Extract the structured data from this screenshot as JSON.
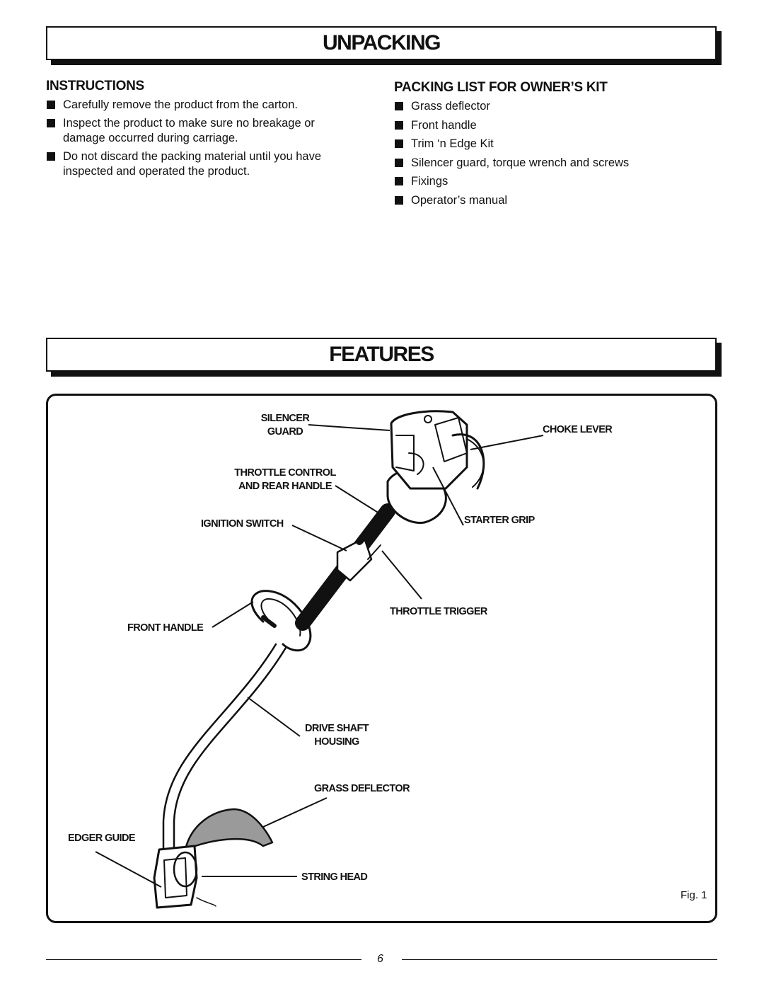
{
  "unpacking": {
    "title": "UNPACKING",
    "instructions_heading": "INSTRUCTIONS",
    "instructions": [
      "Carefully remove the product from the carton.",
      "Inspect the product to make sure no breakage or damage occurred during carriage.",
      "Do not discard the packing material until you have inspected and operated the product."
    ],
    "packing_heading": "PACKING LIST FOR OWNER’S KIT",
    "packing_list": [
      "Grass deflector",
      "Front handle",
      "Trim ‘n Edge Kit",
      "Silencer guard, torque wrench and screws",
      "Fixings",
      "Operator’s manual"
    ]
  },
  "features": {
    "title": "FEATURES",
    "labels": {
      "silencer_guard": "SILENCER\nGUARD",
      "choke_lever": "CHOKE LEVER",
      "throttle_control": "THROTTLE CONTROL\nAND REAR HANDLE",
      "ignition_switch": "IGNITION SWITCH",
      "starter_grip": "STARTER GRIP",
      "throttle_trigger": "THROTTLE TRIGGER",
      "front_handle": "FRONT HANDLE",
      "drive_shaft": "DRIVE SHAFT\nHOUSING",
      "grass_deflector": "GRASS DEFLECTOR",
      "edger_guide": "EDGER GUIDE",
      "string_head": "STRING HEAD"
    },
    "figure_caption": "Fig. 1"
  },
  "page_number": "6"
}
